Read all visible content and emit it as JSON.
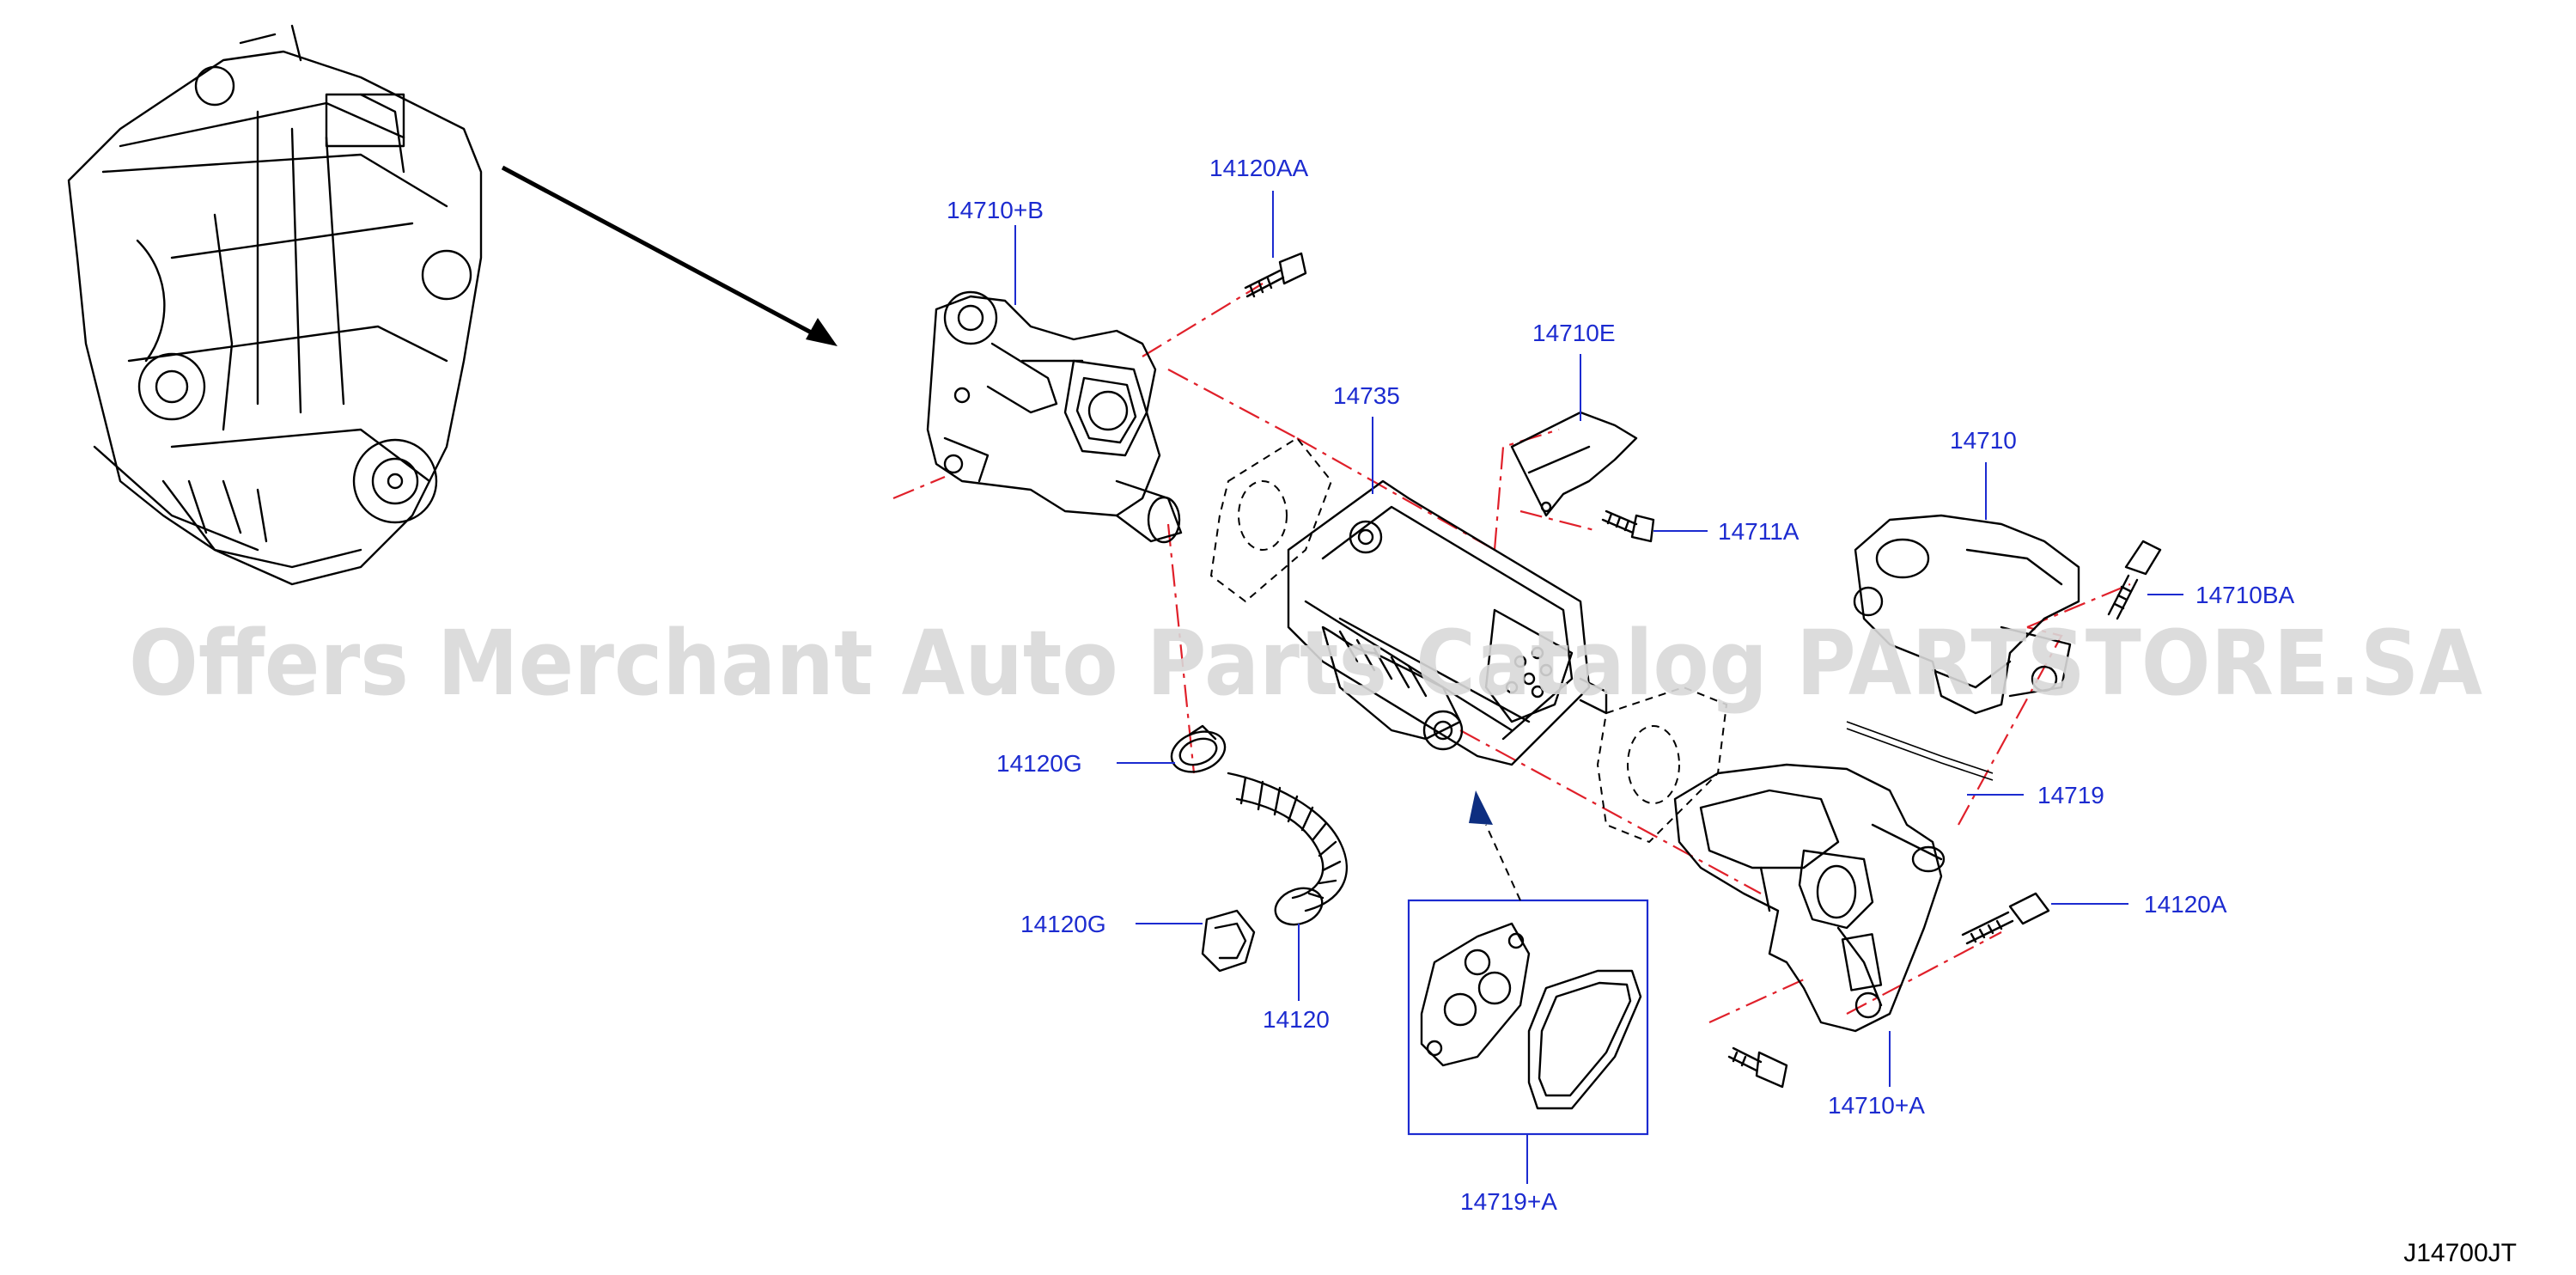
{
  "diagram_code": "J14700JT",
  "watermark": "Offers Merchant Auto Parts Catalog PARTSTORE.SA",
  "colors": {
    "label": "#1c2bd0",
    "centerline": "#e0202a",
    "ink": "#000000",
    "watermark": "#d8d8d8"
  },
  "labels": {
    "p14120aa": "14120AA",
    "p14710b": "14710+B",
    "p14710e": "14710E",
    "p14735": "14735",
    "p14710": "14710",
    "p14711a": "14711A",
    "p14710ba": "14710BA",
    "p14120g_1": "14120G",
    "p14120g_2": "14120G",
    "p14719": "14719",
    "p14120a": "14120A",
    "p14120": "14120",
    "p14710a": "14710+A",
    "p14719a": "14719+A"
  }
}
